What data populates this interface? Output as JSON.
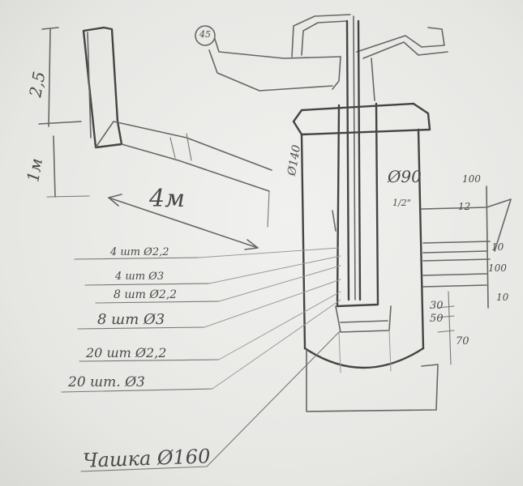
{
  "labels": {
    "badge_number": "45",
    "chimney_height": "2,5",
    "chimney_base": "1м",
    "pipe_length": "4м",
    "outer_diameter": "Ø140",
    "inner_diameter": "Ø90",
    "thread": "1/2\"",
    "dim_100_top": "100",
    "dim_12": "12",
    "dim_10_a": "10",
    "dim_100_b": "100",
    "dim_10_b": "10",
    "dim_30": "30",
    "dim_50": "50",
    "dim_70": "70",
    "burner": "Чашка Ø160"
  },
  "holes": [
    {
      "text": "4 шт Ø2,2"
    },
    {
      "text": "4 шт Ø3"
    },
    {
      "text": "8 шт Ø2,2"
    },
    {
      "text": "8 шт Ø3"
    },
    {
      "text": "20 шт Ø2,2"
    },
    {
      "text": "20 шт. Ø3"
    }
  ],
  "colors": {
    "paper": "#efefed",
    "pencil": "#555555"
  }
}
